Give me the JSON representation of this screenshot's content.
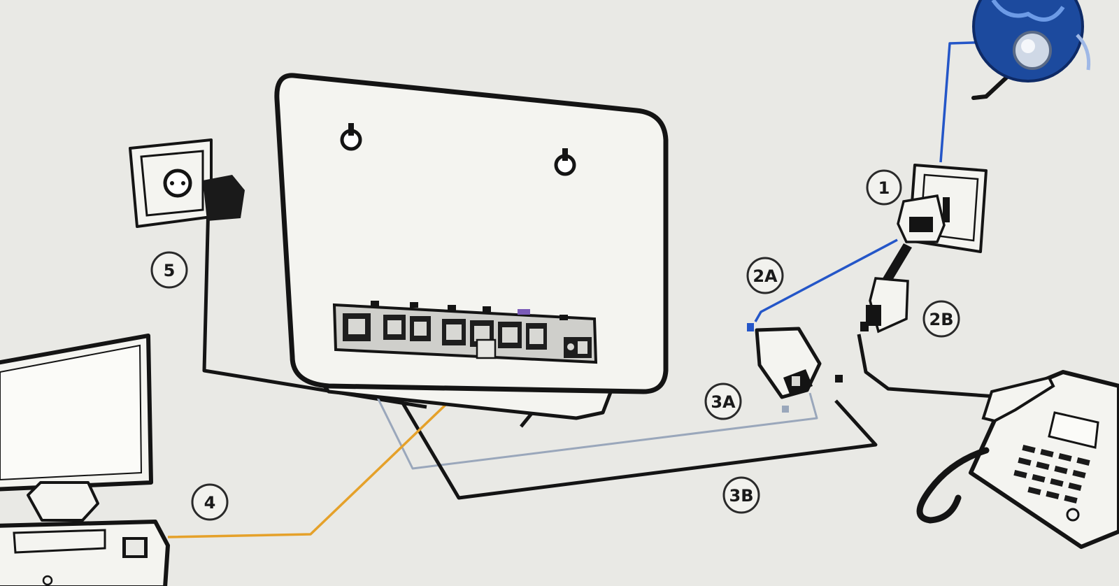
{
  "colors": {
    "background": "#e9e9e5",
    "outline": "#141414",
    "dsl_cable": "#2456c8",
    "lan_cable": "#e5a12a",
    "phone_cable": "#9aa7bb",
    "ethernet_cable": "#1a1a1a",
    "globe": "#1c4a9e"
  },
  "callouts": {
    "c1": "1",
    "c2a": "2A",
    "c2b": "2B",
    "c3a": "3A",
    "c3b": "3B",
    "c4": "4",
    "c5": "5"
  }
}
